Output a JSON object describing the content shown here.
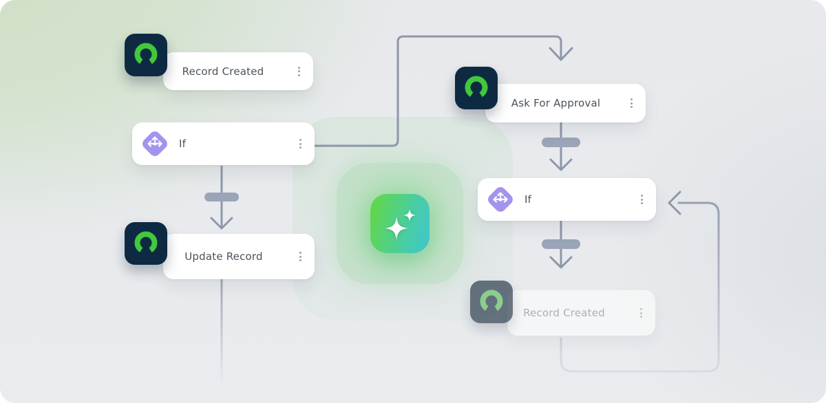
{
  "colors": {
    "canvas_bg": "#e9ebee",
    "canvas_green": "#cfe0c6",
    "connector": "#8d97aa",
    "pill": "#9aa5b8",
    "card_bg": "#ffffff",
    "node_text": "#49525b",
    "faded_text": "#a9b1ba",
    "kebab": "#9aa2ac",
    "record_icon_bg": "#0e2a42",
    "record_icon_ring": "#41c83d",
    "branch_icon_bg": "#a294ee",
    "sparkle_green": "#62d748",
    "sparkle_teal": "#3fc6cf"
  },
  "nodes": {
    "record_created_top": {
      "label": "Record Created",
      "state": "default"
    },
    "if_left": {
      "label": "If",
      "state": "default"
    },
    "update_record": {
      "label": "Update Record",
      "state": "default"
    },
    "ask_for_approval": {
      "label": "Ask For Approval",
      "state": "default"
    },
    "if_right": {
      "label": "If",
      "state": "default"
    },
    "record_created_bottom": {
      "label": "Record Created",
      "state": "faded"
    }
  },
  "icons": {
    "record_app": "record-app-icon",
    "branch": "branch-icon",
    "sparkle": "sparkle-ai-icon",
    "kebab": "kebab-menu-icon"
  }
}
